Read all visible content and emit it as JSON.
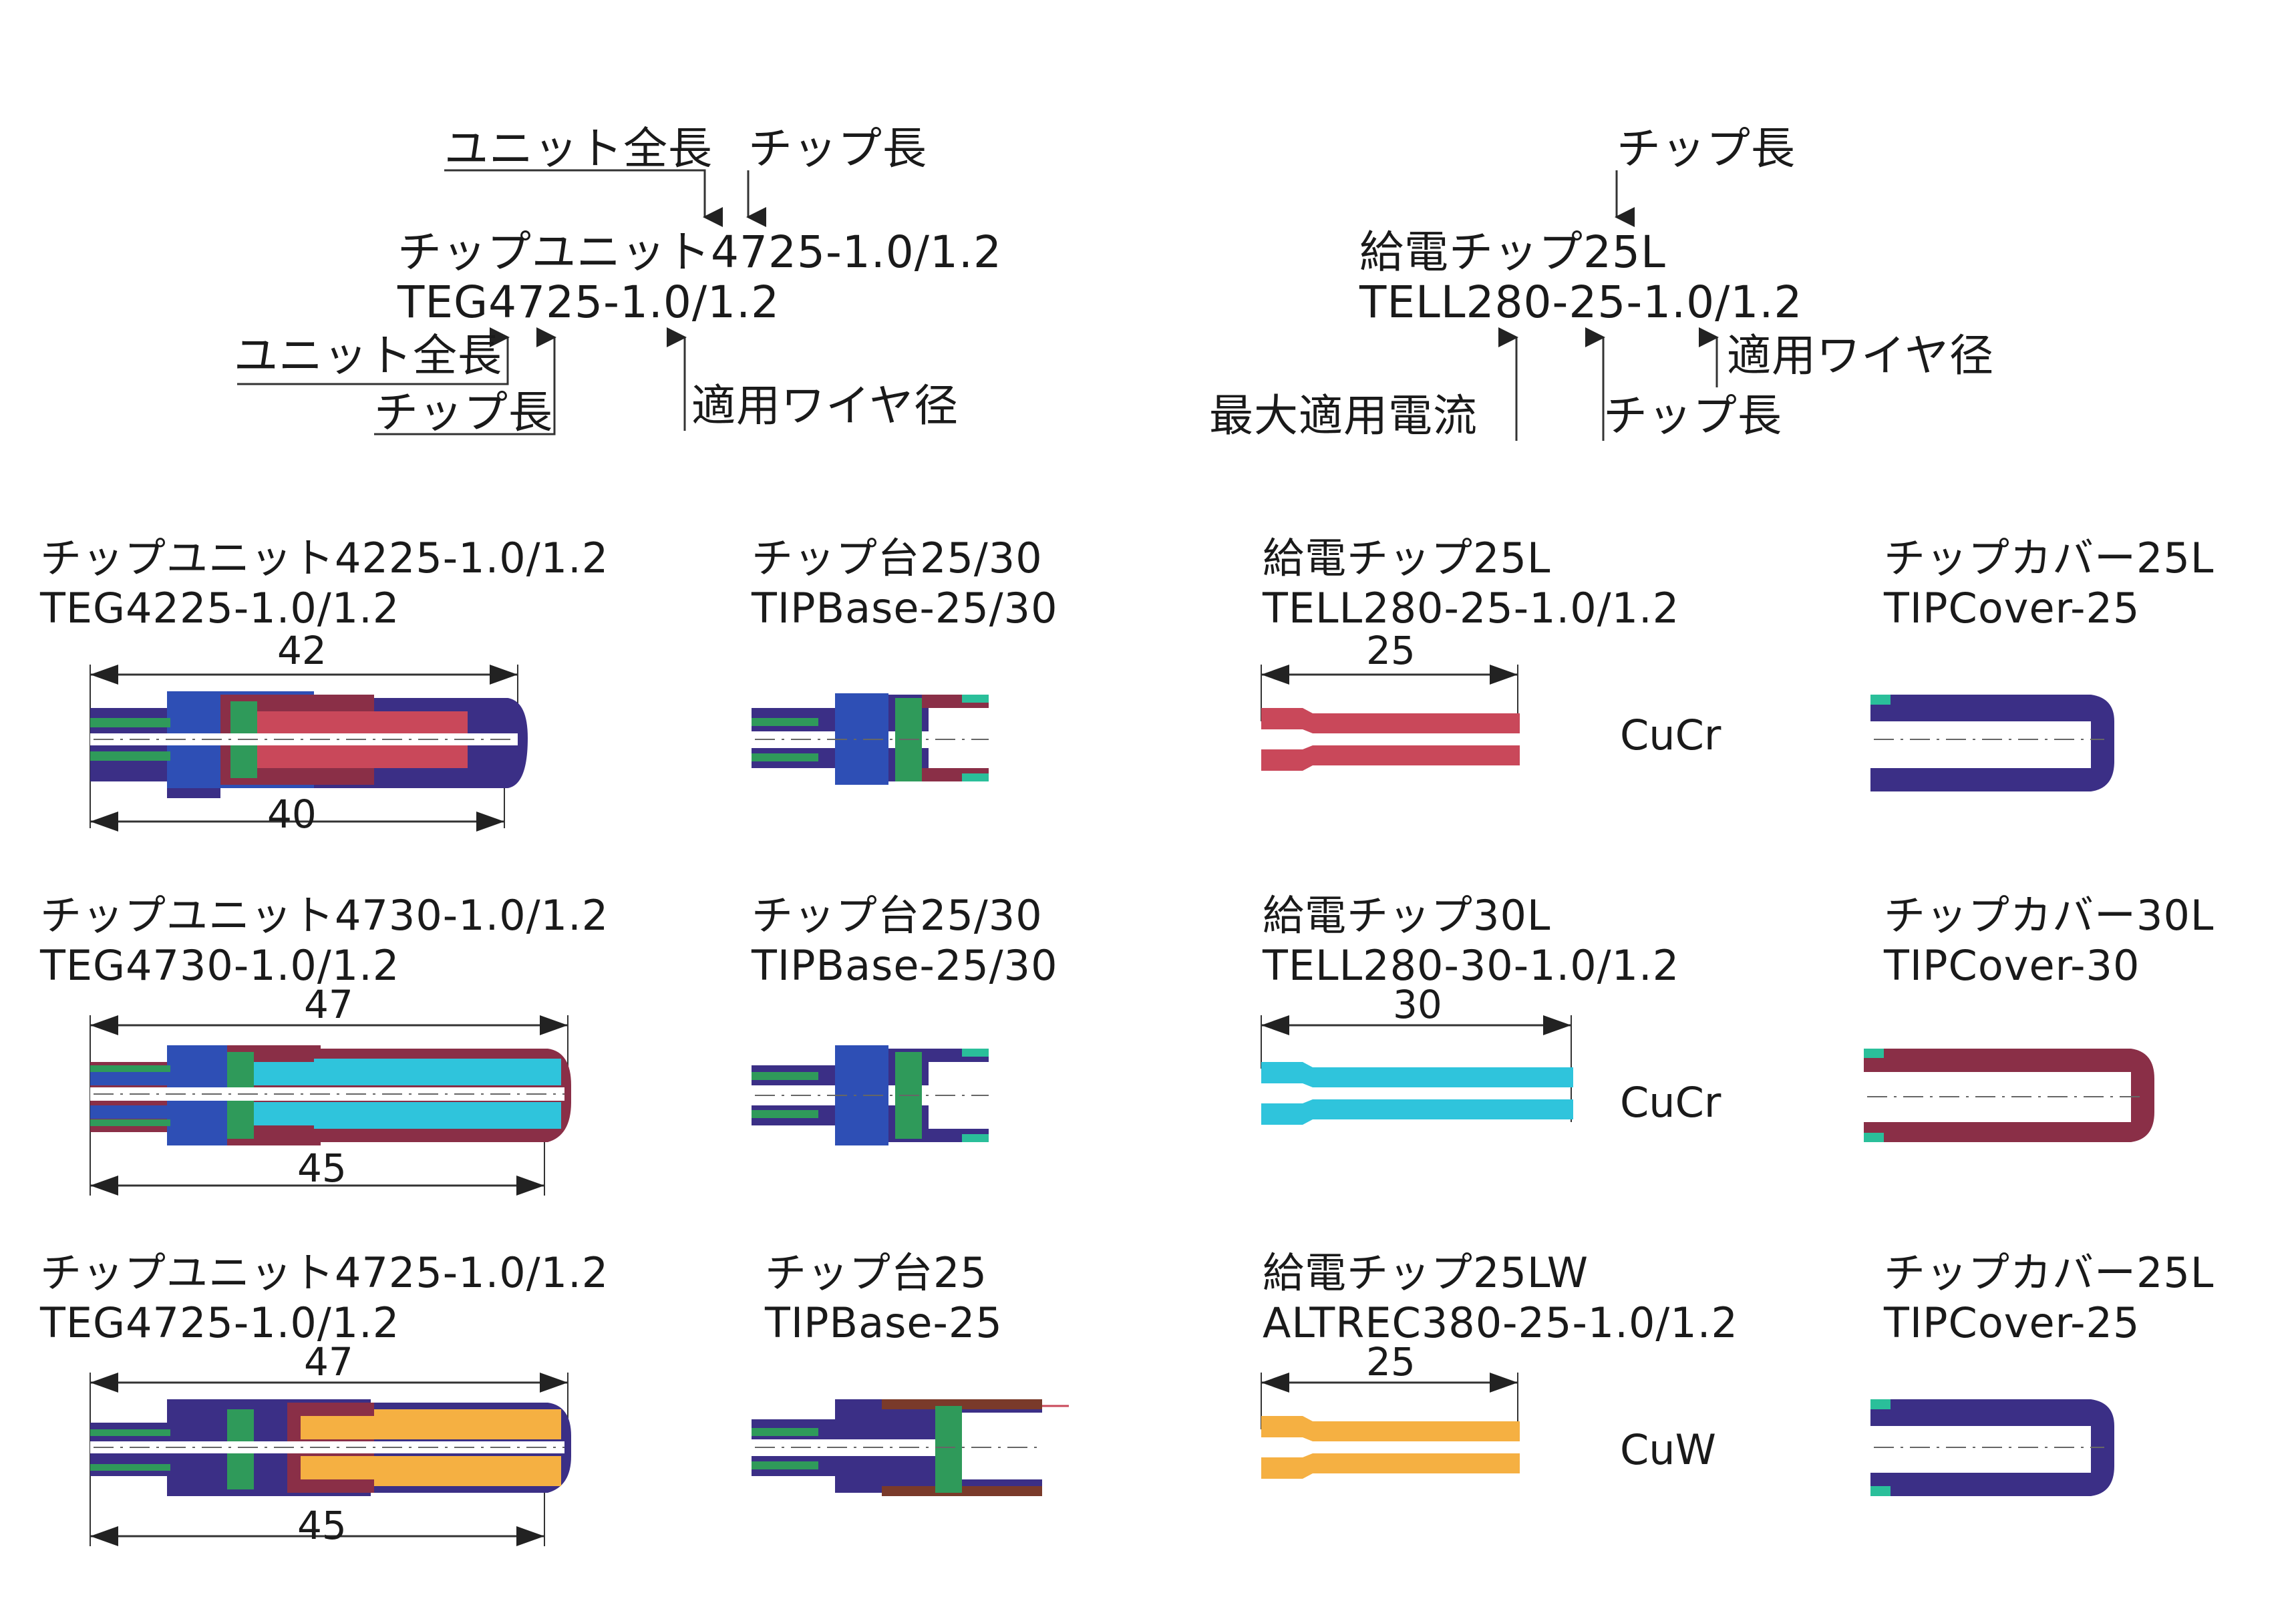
{
  "legend_left": {
    "top_label_1": "ユニット全長",
    "top_label_2": "チップ長",
    "name": "チップユニット4725-1.0/1.2",
    "code": "TEG4725-1.0/1.2",
    "bottom_label_1": "ユニット全長",
    "bottom_label_2": "チップ長",
    "bottom_label_3": "適用ワイヤ径"
  },
  "legend_right": {
    "top_label": "チップ長",
    "name": "給電チップ25L",
    "code": "TELL280-25-1.0/1.2",
    "side_label": "適用ワイヤ径",
    "bottom_label_1": "最大適用電流",
    "bottom_label_2": "チップ長"
  },
  "rows": [
    {
      "unit": {
        "name": "チップユニット4225-1.0/1.2",
        "code": "TEG4225-1.0/1.2",
        "dim_top": "42",
        "dim_bottom": "40"
      },
      "base": {
        "name": "チップ台25/30",
        "code": "TIPBase-25/30"
      },
      "tip": {
        "name": "給電チップ25L",
        "code": "TELL280-25-1.0/1.2",
        "dim": "25",
        "material": "CuCr"
      },
      "cover": {
        "name": "チップカバー25L",
        "code": "TIPCover-25"
      }
    },
    {
      "unit": {
        "name": "チップユニット4730-1.0/1.2",
        "code": "TEG4730-1.0/1.2",
        "dim_top": "47",
        "dim_bottom": "45"
      },
      "base": {
        "name": "チップ台25/30",
        "code": "TIPBase-25/30"
      },
      "tip": {
        "name": "給電チップ30L",
        "code": "TELL280-30-1.0/1.2",
        "dim": "30",
        "material": "CuCr"
      },
      "cover": {
        "name": "チップカバー30L",
        "code": "TIPCover-30"
      }
    },
    {
      "unit": {
        "name": "チップユニット4725-1.0/1.2",
        "code": "TEG4725-1.0/1.2",
        "dim_top": "47",
        "dim_bottom": "45"
      },
      "base": {
        "name": "チップ台25",
        "code": "TIPBase-25"
      },
      "tip": {
        "name": "給電チップ25LW",
        "code": "ALTREC380-25-1.0/1.2",
        "dim": "25",
        "material": "CuW"
      },
      "cover": {
        "name": "チップカバー25L",
        "code": "TIPCover-25"
      }
    }
  ],
  "colors": {
    "navy": "#3b2f86",
    "blue": "#2e4fb5",
    "maroon": "#8a2f47",
    "red": "#c9485a",
    "cyan": "#2fc4dc",
    "orange": "#f5b042",
    "green": "#2f9a5a",
    "teal": "#2abf9a",
    "brown": "#7a3a2a"
  }
}
